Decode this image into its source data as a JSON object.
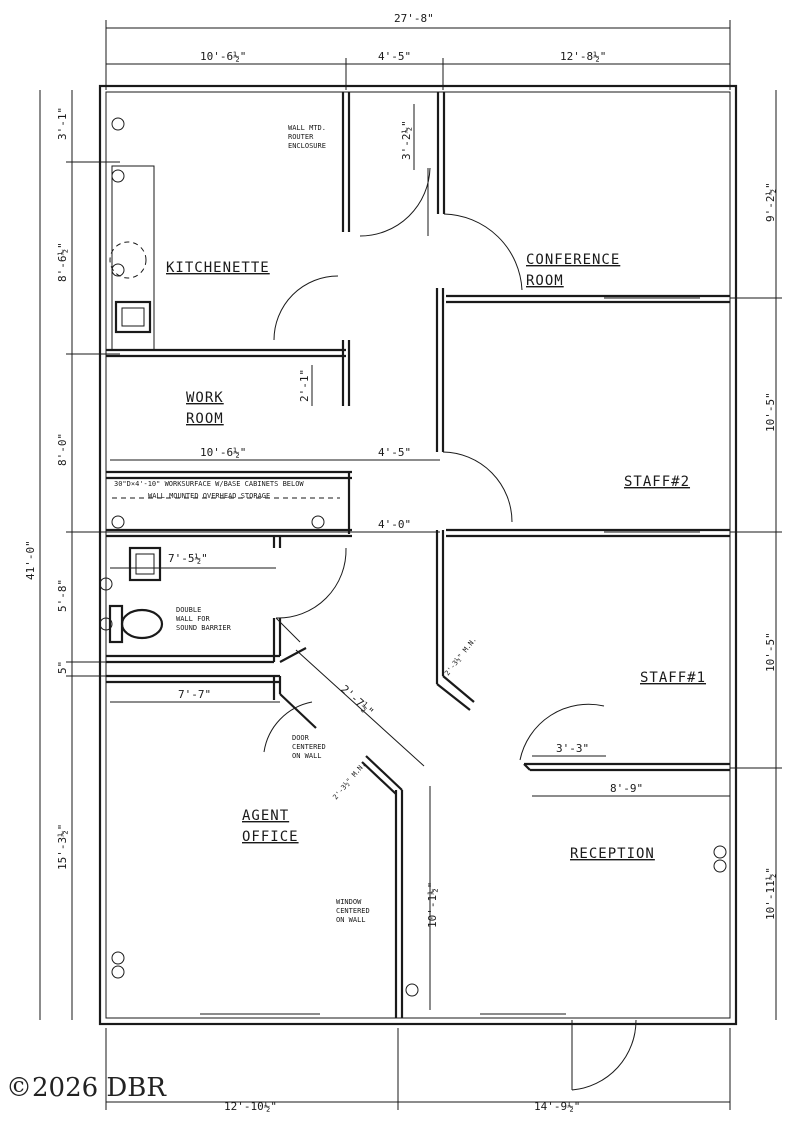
{
  "rooms": {
    "kitchenette": "KITCHENETTE",
    "conference_1": "CONFERENCE",
    "conference_2": "ROOM",
    "work_1": "WORK",
    "work_2": "ROOM",
    "staff2": "STAFF#2",
    "staff1": "STAFF#1",
    "agent_1": "AGENT",
    "agent_2": "OFFICE",
    "reception": "RECEPTION"
  },
  "dimensions": {
    "overall_width": "27'-8\"",
    "top_left": "10'-6½\"",
    "top_mid": "4'-5\"",
    "top_right": "12'-8½\"",
    "left_overall": "41'-0\"",
    "left_1": "3'-1\"",
    "left_2": "8'-6½\"",
    "left_3": "8'-0\"",
    "left_4": "5'-8\"",
    "left_5": "5\"",
    "left_6": "15'-3½\"",
    "right_1": "9'-2½\"",
    "right_2": "10'-5\"",
    "right_3": "10'-5\"",
    "right_4": "10'-11½\"",
    "bottom_left": "12'-10½\"",
    "bottom_right": "14'-9½\"",
    "door_conf": "3'-2½\"",
    "work_wall": "2'-1\"",
    "work_width": "10'-6½\"",
    "corridor_1": "4'-5\"",
    "corridor_2": "4'-0\"",
    "bath_width": "7'-5½\"",
    "bath_lower": "7'-7\"",
    "diag_wall": "2'-7½\"",
    "staff1_door": "3'-3\"",
    "staff1_wall": "8'-9\"",
    "agent_wall": "10'-1½\"",
    "angled_1": "2'-3½\" M.N.",
    "angled_2": "2'-3½\" M.N."
  },
  "notes": {
    "router_1": "WALL MTD.",
    "router_2": "ROUTER",
    "router_3": "ENCLOSURE",
    "worksurface": "30\"D×4'-10\" WORKSURFACE W/BASE CABINETS BELOW",
    "storage": "WALL MOUNTED OVERHEAD STORAGE",
    "double_wall_1": "DOUBLE",
    "double_wall_2": "WALL FOR",
    "double_wall_3": "SOUND BARRIER",
    "door_centered_1": "DOOR",
    "door_centered_2": "CENTERED",
    "door_centered_3": "ON WALL",
    "window_centered_1": "WINDOW",
    "window_centered_2": "CENTERED",
    "window_centered_3": "ON WALL"
  },
  "watermark": "©2026 DBR"
}
